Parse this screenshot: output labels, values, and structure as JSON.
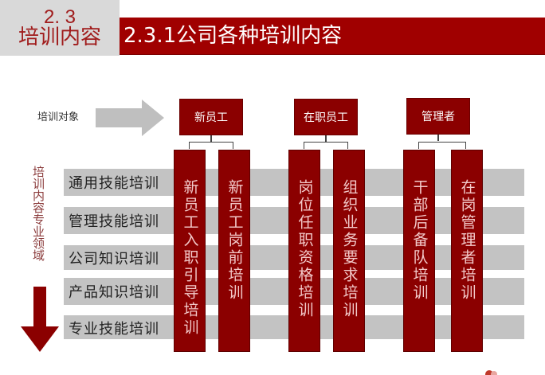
{
  "header": {
    "section_number": "2. 3",
    "section_name": "培训内容",
    "title": "2.3.1公司各种培训内容"
  },
  "diagram": {
    "audience_label": "培训对象",
    "axis_label": "培训内容专业领域",
    "groups": [
      {
        "label": "新员工",
        "pillars": [
          "新员工入职引导培训",
          "新员工岗前培训"
        ]
      },
      {
        "label": "在职员工",
        "pillars": [
          "岗位任职资格培训",
          "组织业务要求培训"
        ]
      },
      {
        "label": "管理者",
        "pillars": [
          "干部后备队培训",
          "在岗管理者培训"
        ]
      }
    ],
    "domains": [
      "通用技能培训",
      "管理技能培训",
      "公司知识培训",
      "产品知识培训",
      "专业技能培训"
    ]
  },
  "colors": {
    "accent": "#a00000",
    "pillar": "#8b0000",
    "band": "#c3c3c3",
    "arrow_gray": "#bfbfbf",
    "section_bg": "#d9d9d9"
  }
}
